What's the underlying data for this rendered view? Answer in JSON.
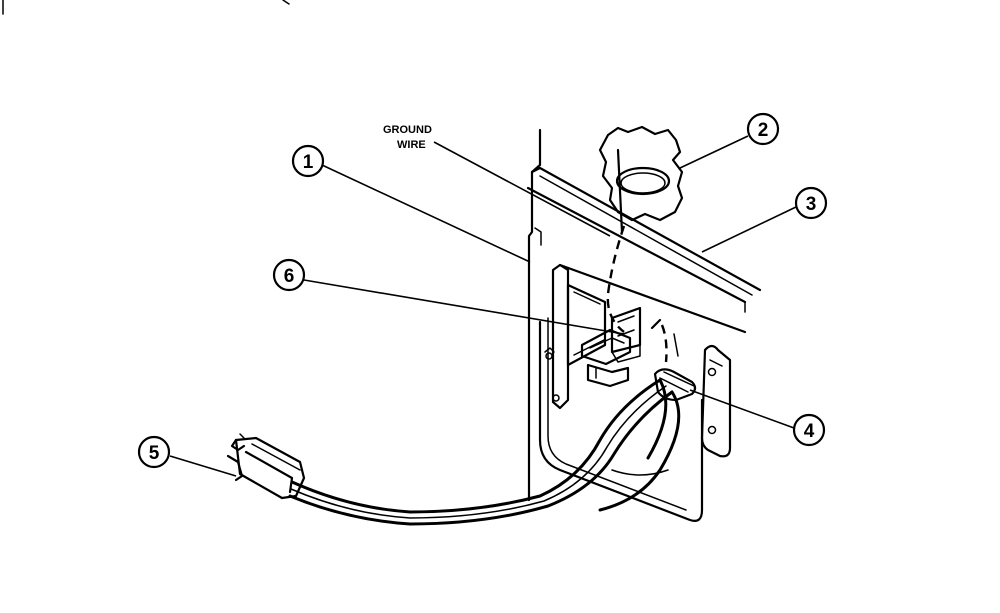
{
  "diagram": {
    "ground_wire_label_line1": "GROUND",
    "ground_wire_label_line2": "WIRE",
    "callouts": [
      "1",
      "2",
      "3",
      "4",
      "5",
      "6"
    ],
    "colors": {
      "ink": "#000000",
      "paper": "#ffffff"
    }
  }
}
